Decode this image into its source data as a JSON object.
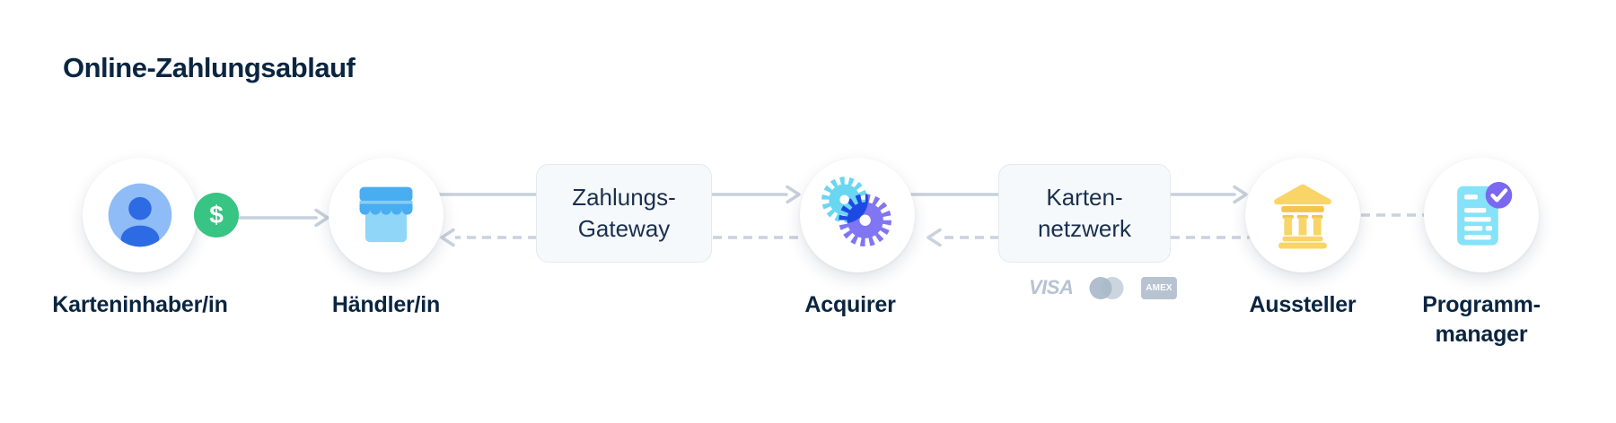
{
  "title": "Online-Zahlungsablauf",
  "nodes": [
    {
      "id": "karteninhaber",
      "label": "Karteninhaber/in",
      "icon": "user-icon"
    },
    {
      "id": "haendler",
      "label": "Händler/in",
      "icon": "storefront-icon"
    },
    {
      "id": "acquirer",
      "label": "Acquirer",
      "icon": "gears-icon"
    },
    {
      "id": "aussteller",
      "label": "Aussteller",
      "icon": "bank-icon"
    },
    {
      "id": "programm_manager",
      "label_line1": "Programm-",
      "label_line2": "manager",
      "icon": "document-check-icon"
    }
  ],
  "boxes": [
    {
      "id": "zahlungs_gateway",
      "line1": "Zahlungs-",
      "line2": "Gateway"
    },
    {
      "id": "karten_netzwerk",
      "line1": "Karten-",
      "line2": "netzwerk"
    }
  ],
  "dollar_badge": {
    "symbol": "$",
    "color": "#38c482"
  },
  "card_logos": {
    "visa": "VISA",
    "amex": "AMEX",
    "mastercard": "mastercard-icon"
  },
  "colors": {
    "heading_text": "#0a2540",
    "connector_gray": "#c7d0dc",
    "box_background": "#f6f9fc",
    "box_border": "#e4e9f0",
    "badge_green": "#38c482",
    "avatar_blue": "#2d6be4",
    "avatar_light_blue": "#8fbcf6",
    "store_blue": "#49adf1",
    "store_light_blue": "#8fd6f9",
    "gear_cyan": "#69d7f2",
    "gear_purple": "#8075f2",
    "gear_overlap_blue": "#1d49e3",
    "bank_yellow": "#f9d466",
    "bank_yellow_dark": "#f1c64a",
    "document_cyan": "#85e2f9",
    "check_badge_purple": "#7a68f0",
    "card_logo_gray": "#b7c3d1"
  }
}
